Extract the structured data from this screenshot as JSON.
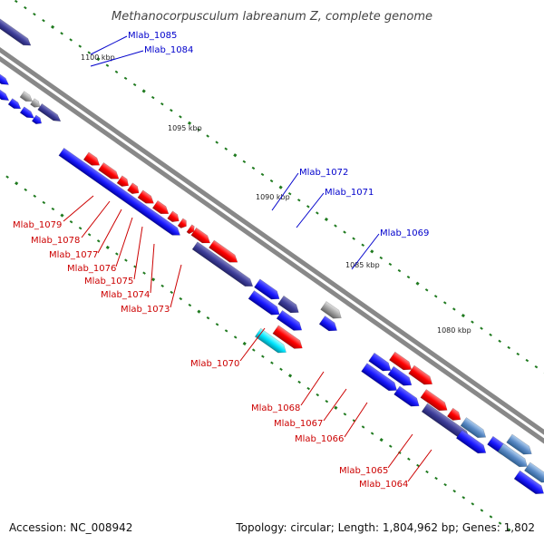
{
  "title": "Methanocorpusculum labreanum Z, complete genome",
  "footer": {
    "accession": "Accession: NC_008942",
    "topology": "Topology: circular; Length: 1,804,962 bp; Genes: 1,802"
  },
  "kbp_labels": [
    "1100 kbp",
    "1095 kbp",
    "1090 kbp",
    "1085 kbp",
    "1080 kbp"
  ],
  "gene_labels": {
    "blue": [
      "Mlab_1085",
      "Mlab_1084",
      "Mlab_1072",
      "Mlab_1071",
      "Mlab_1069"
    ],
    "red": [
      "Mlab_1079",
      "Mlab_1078",
      "Mlab_1077",
      "Mlab_1076",
      "Mlab_1075",
      "Mlab_1074",
      "Mlab_1073",
      "Mlab_1070",
      "Mlab_1068",
      "Mlab_1067",
      "Mlab_1066",
      "Mlab_1065",
      "Mlab_1064"
    ]
  },
  "colors": {
    "forward": "#ff0000",
    "reverse": "#1a1aff",
    "other": "#3d3d99",
    "rna": "#00e5ff",
    "pseudo": "#999999",
    "steel": "#5a8ac6",
    "backbone": "#808080",
    "tick": "#1f7a1f",
    "label_blue": "#0000cc",
    "label_red": "#cc0000"
  }
}
